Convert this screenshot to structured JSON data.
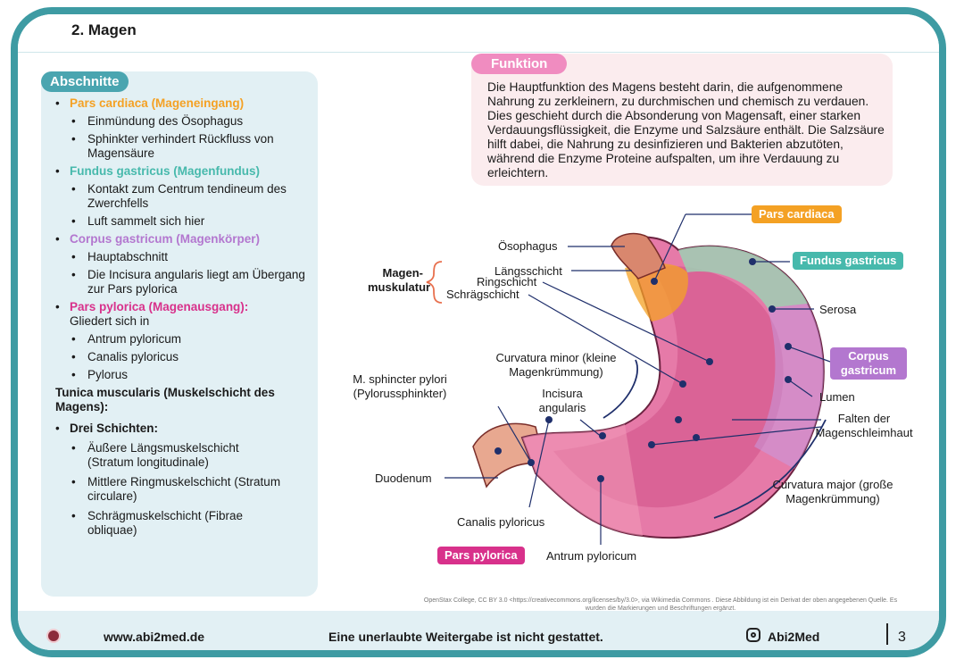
{
  "page": {
    "title": "2. Magen",
    "page_number": "3"
  },
  "sections": {
    "pill": "Abschnitte",
    "items": [
      {
        "head": "Pars cardiaca (Mageneingang)",
        "subs": [
          "Einmündung des Ösophagus",
          "Sphinkter verhindert Rückfluss von Magensäure"
        ]
      },
      {
        "head": "Fundus gastricus (Magenfundus)",
        "subs": [
          "Kontakt zum Centrum tendineum des Zwerchfells",
          "Luft sammelt sich hier"
        ]
      },
      {
        "head": "Corpus gastricum (Magenkörper)",
        "subs": [
          "Hauptabschnitt",
          "Die Incisura angularis liegt am Übergang zur Pars pylorica"
        ]
      },
      {
        "head": "Pars pylorica (Magenausgang):",
        "head_suffix": "Gliedert sich in",
        "subs": [
          "Antrum pyloricum",
          "Canalis pyloricus",
          "Pylorus"
        ]
      }
    ],
    "tunica_head": "Tunica muscularis (Muskelschicht des Magens):",
    "drei_head": "Drei Schichten:",
    "layers": [
      "Äußere Längsmuskelschicht (Stratum longitudinale)",
      "Mittlere Ringmuskelschicht (Stratum circulare)",
      "Schrägmuskelschicht (Fibrae obliquae)"
    ]
  },
  "function": {
    "pill": "Funktion",
    "text": "Die Hauptfunktion des Magens besteht darin, die aufgenommene Nahrung zu zerkleinern, zu durchmischen und chemisch zu verdauen. Dies geschieht durch die Absonderung von Magensaft, einer starken Verdauungsflüssigkeit, die Enzyme und Salzsäure enthält. Die Salzsäure hilft dabei, die Nahrung zu desinfizieren und Bakterien abzutöten, während die Enzyme Proteine aufspalten, um ihre Verdauung zu erleichtern."
  },
  "diagram": {
    "tag_cardiaca": "Pars cardiaca",
    "tag_fundus": "Fundus gastricus",
    "tag_corpus": "Corpus gastricum",
    "tag_pylorica": "Pars pylorica",
    "oesophagus": "Ösophagus",
    "magenmuskulatur": "Magen-muskulatur",
    "laengsschicht": "Längsschicht",
    "ringschicht": "Ringschicht",
    "schraegschicht": "Schrägschicht",
    "serosa": "Serosa",
    "curvatura_minor": "Curvatura minor (kleine Magenkrümmung)",
    "sphincter": "M. sphincter pylori (Pylorussphinkter)",
    "incisura": "Incisura angularis",
    "lumen": "Lumen",
    "falten": "Falten der Magenschleimhaut",
    "duodenum": "Duodenum",
    "curvatura_major": "Curvatura major (große Magenkrümmung)",
    "canalis": "Canalis pyloricus",
    "antrum": "Antrum pyloricum",
    "colors": {
      "cardiaca": "#f4a124",
      "fundus": "#47b9ac",
      "corpus": "#b377cf",
      "pylorica": "#d8318b"
    }
  },
  "credit": "OpenStax College, CC BY 3.0 <https://creativecommons.org/licenses/by/3.0>, via Wikimedia Commons . Diese Abbildung ist ein Derivat der oben angegebenen Quelle. Es wurden die Markierungen und Beschriftungen ergänzt.",
  "footer": {
    "site": "www.abi2med.de",
    "warning": "Eine unerlaubte Weitergabe ist nicht gestattet.",
    "instagram": "Abi2Med"
  }
}
